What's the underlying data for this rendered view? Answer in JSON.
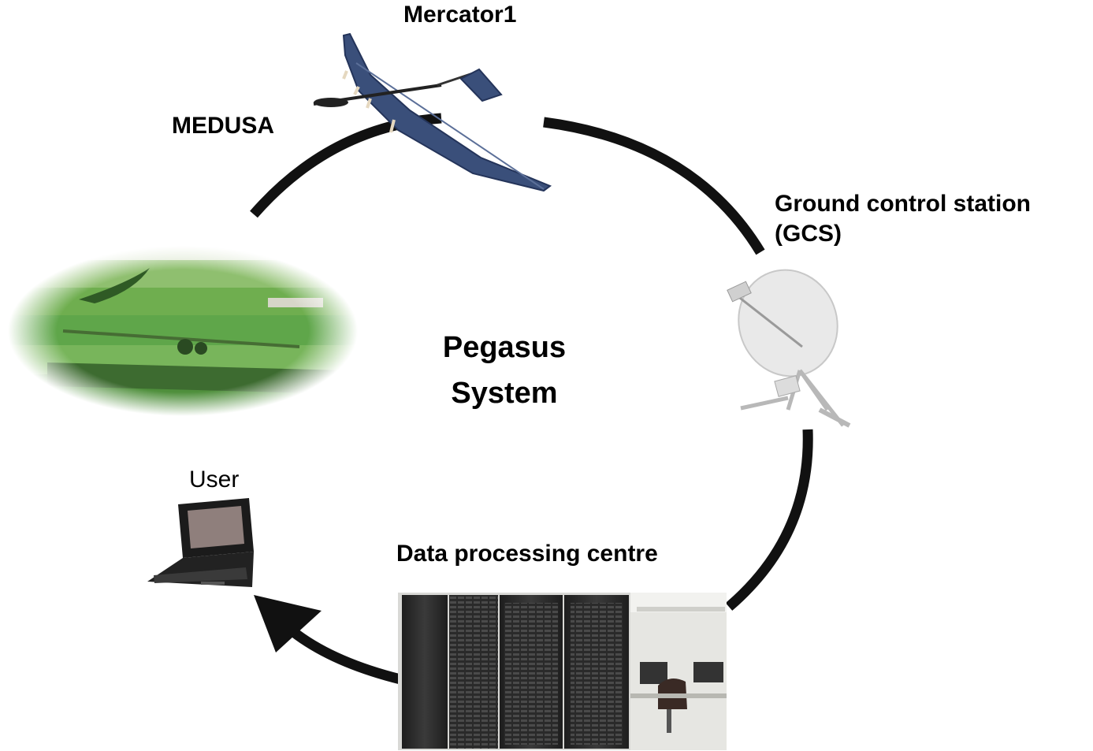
{
  "labels": {
    "uav_top": "Mercator1",
    "uav_left": "MEDUSA",
    "gcs_line1": "Ground control station",
    "gcs_line2": "(GCS)",
    "center_line1": "Pegasus",
    "center_line2": "System",
    "user": "User",
    "data_centre": "Data processing centre"
  },
  "colors": {
    "cycle_arrow": "#111111",
    "wing": "#3a4f7a",
    "field_green": "#5fa64a",
    "dish": "#e4e4e4",
    "server_rack": "#2b2b2b"
  },
  "icons": [
    "solar-uav-icon",
    "landscape-image",
    "satellite-dish-icon",
    "laptop-icon",
    "server-room-image"
  ]
}
